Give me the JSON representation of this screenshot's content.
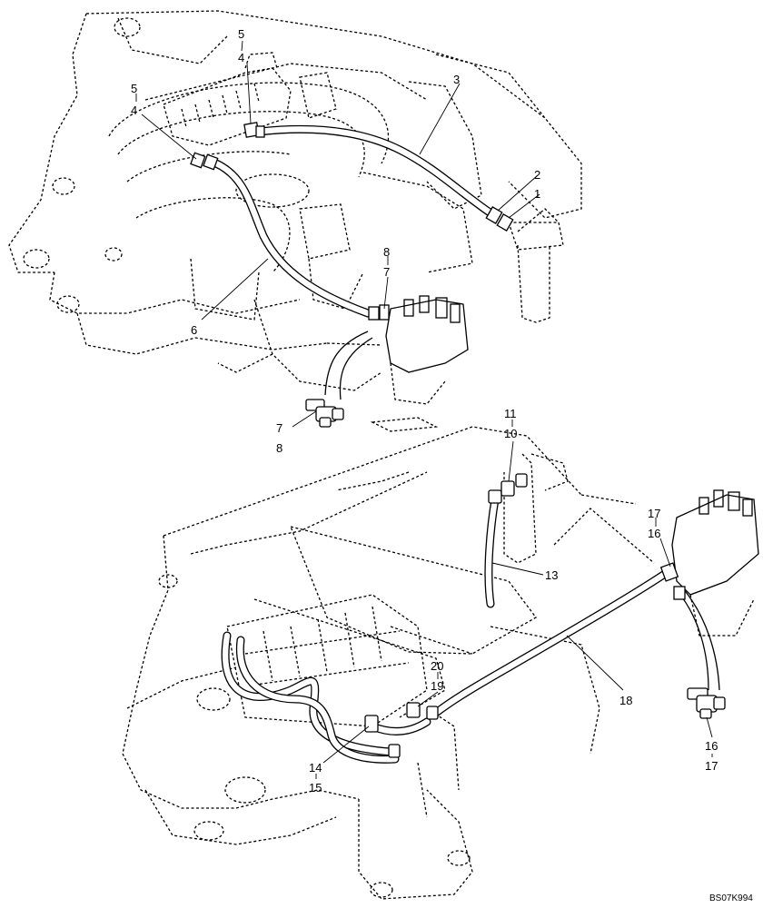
{
  "drawing_code": "BS07K994",
  "callouts": {
    "c1": "1",
    "c2": "2",
    "c3": "3",
    "c4a": "4",
    "c5a": "5",
    "c4b": "4",
    "c5b": "5",
    "c6": "6",
    "c7a": "7",
    "c8a": "8",
    "c7b": "7",
    "c8b": "8",
    "c10": "10",
    "c11": "11",
    "c13": "13",
    "c14": "14",
    "c15": "15",
    "c16a": "16",
    "c17a": "17",
    "c16b": "16",
    "c17b": "17",
    "c18": "18",
    "c19": "19",
    "c20": "20"
  }
}
